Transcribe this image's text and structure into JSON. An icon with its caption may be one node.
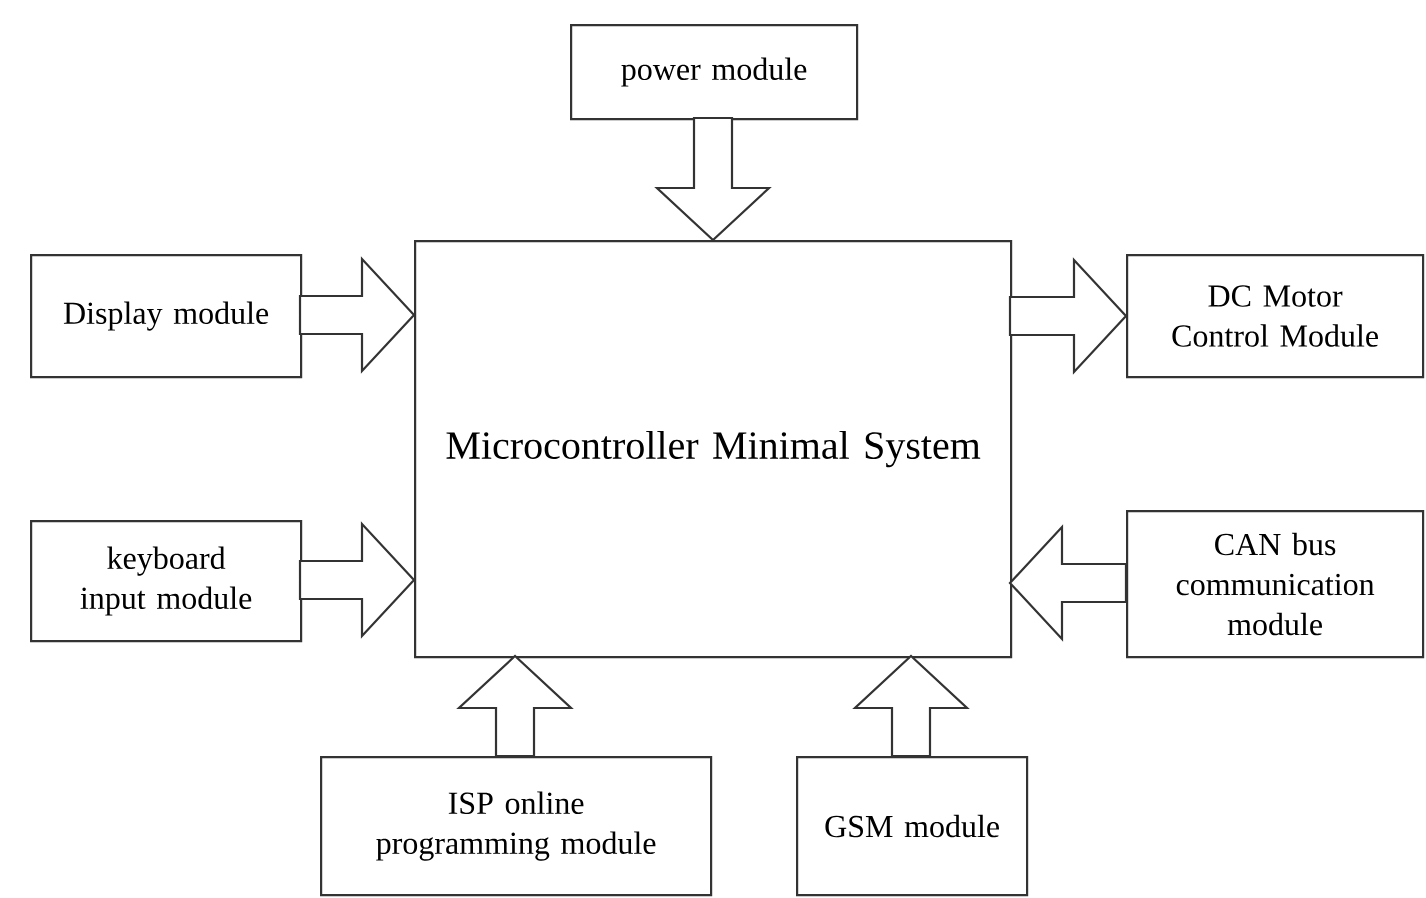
{
  "diagram": {
    "nodes": [
      {
        "text": [
          "power module"
        ]
      },
      {
        "text": [
          "Microcontroller Minimal System"
        ]
      },
      {
        "text": [
          "Display module"
        ]
      },
      {
        "text": [
          "DC Motor Control Module"
        ]
      },
      {
        "text": [
          "keyboard input module"
        ]
      },
      {
        "text": [
          "CAN bus communication module"
        ]
      },
      {
        "text": [
          "ISP online programming module"
        ]
      },
      {
        "text": [
          "GSM module"
        ]
      }
    ],
    "edges": [
      {
        "from": 0,
        "to": 1,
        "arrow": "to"
      },
      {
        "from": 2,
        "to": 1,
        "arrow": "to"
      },
      {
        "from": 1,
        "to": 3,
        "arrow": "to"
      },
      {
        "from": 4,
        "to": 1,
        "arrow": "to"
      },
      {
        "from": 5,
        "to": 1,
        "arrow": "to"
      },
      {
        "from": 6,
        "to": 1,
        "arrow": "to"
      },
      {
        "from": 7,
        "to": 1,
        "arrow": "to"
      }
    ]
  }
}
